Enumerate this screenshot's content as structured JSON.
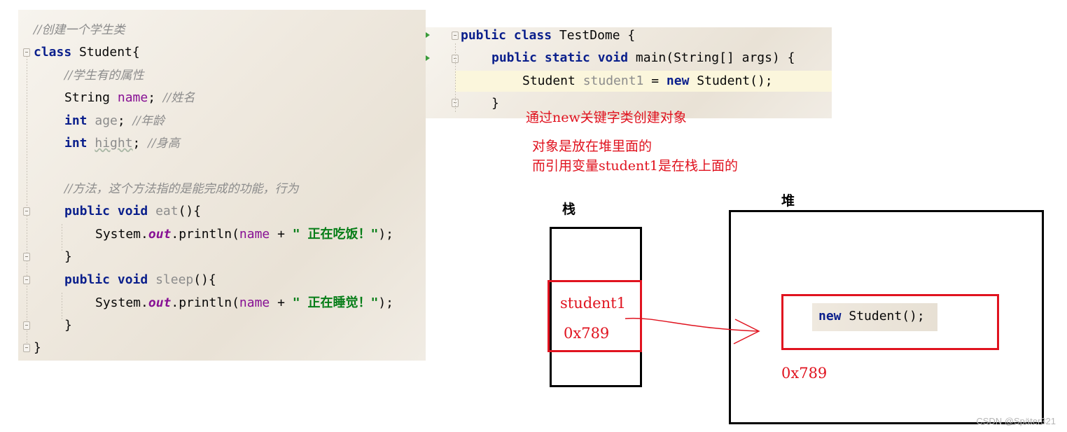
{
  "left_code": {
    "lines": [
      {
        "comment": "//创建一个学生类"
      },
      {
        "kw": "class",
        "text": " Student{"
      },
      {
        "comment": "//学生有的属性"
      },
      {
        "pre": "String ",
        "field": "name",
        "post": "; ",
        "comment": "//姓名"
      },
      {
        "kw": "int",
        "field": "age",
        "post": "; ",
        "comment": "//年龄"
      },
      {
        "kw": "int",
        "field": "hight",
        "post": "; ",
        "comment": "//身高"
      },
      {
        "comment": "//方法，这个方法指的是能完成的功能，行为"
      },
      {
        "kw": "public void",
        "method": "eat",
        "post": "(){"
      },
      {
        "pre": "System.",
        "field": "out",
        "mid": ".println(",
        "var": "name",
        "op": " + ",
        "str": "\" 正在吃饭！\"",
        "post": ");"
      },
      {
        "text": "}"
      },
      {
        "kw": "public void",
        "method": "sleep",
        "post": "(){"
      },
      {
        "pre": "System.",
        "field": "out",
        "mid": ".println(",
        "var": "name",
        "op": " + ",
        "str": "\" 正在睡觉！\"",
        "post": ");"
      },
      {
        "text": "}"
      },
      {
        "text": "}"
      }
    ]
  },
  "right_code": {
    "line1_kw": "public class",
    "line1_text": " TestDome {",
    "line2_kw": "public static void",
    "line2_text": " main(String[] args) {",
    "line3_pre": "Student ",
    "line3_var": "student1",
    "line3_mid": " = ",
    "line3_kw": "new",
    "line3_post": " Student();",
    "line4_text": "}"
  },
  "notes": {
    "line1": "通过new关键字类创建对象",
    "line2": "对象是放在堆里面的",
    "line3": "而引用变量student1是在栈上面的"
  },
  "diagram": {
    "stack_label": "栈",
    "heap_label": "堆",
    "ref_name": "student1",
    "ref_addr": "0x789",
    "heap_kw": "new",
    "heap_code": " Student();",
    "heap_addr": "0x789"
  },
  "watermark": "CSDN @Später321",
  "colors": {
    "keyword": "#0a1f8c",
    "field": "#871094",
    "string": "#067d17",
    "comment": "#8c8c8c",
    "annotation_red": "#e0131f"
  }
}
